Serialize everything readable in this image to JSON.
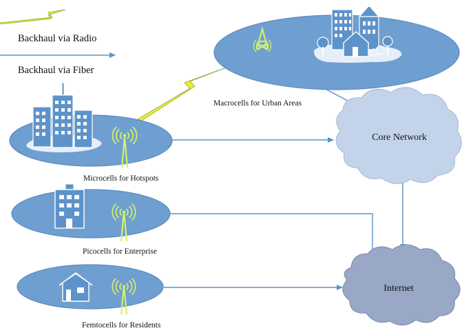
{
  "legend": {
    "radio": "Backhaul via Radio",
    "fiber": "Backhaul via Fiber"
  },
  "cells": {
    "macro": "Macrocells for Urban Areas",
    "micro": "Microcells for Hotspots",
    "pico": "Picocells for Enterprise",
    "femto": "Femtocells for Residents"
  },
  "networks": {
    "core": "Core Network",
    "internet": "Internet"
  },
  "colors": {
    "cell_fill": "#6f9fd0",
    "cell_edge": "#5b8cc0",
    "building_fill": "#5e93ca",
    "fiber_arrow": "#5b93c8",
    "radio_fill": "#f2ed2c",
    "radio_edge": "#8aa236",
    "tower": "#d3f06a",
    "core_cloud": "#c3d4ea",
    "internet_cloud": "#98a8c6"
  }
}
